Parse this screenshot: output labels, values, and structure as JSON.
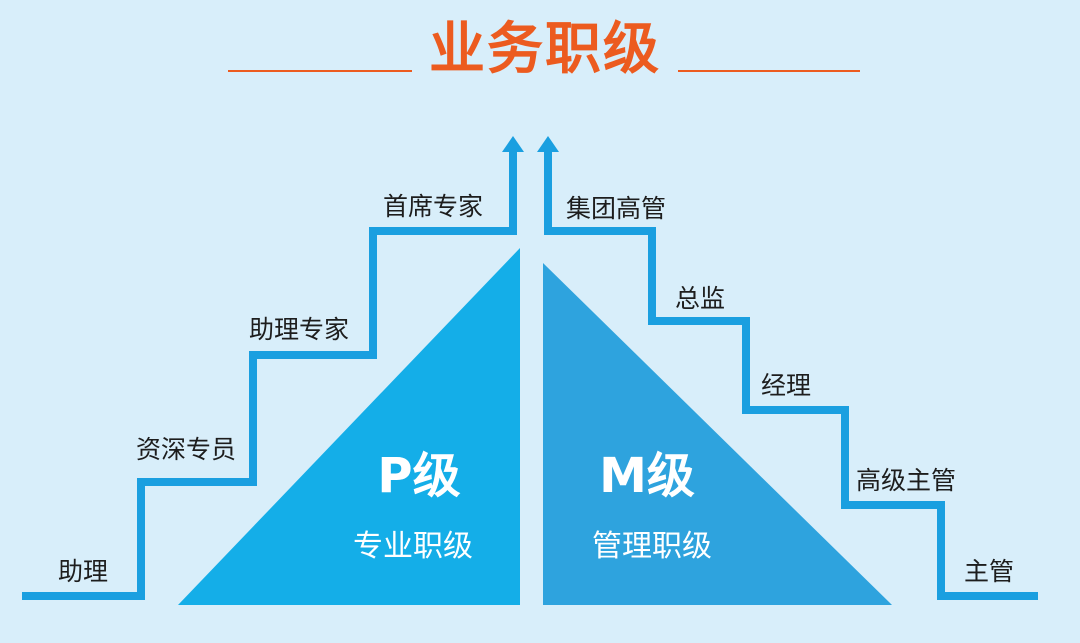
{
  "title": "业务职级",
  "p_track": {
    "code": "P级",
    "name": "专业职级",
    "levels": [
      "助理",
      "资深专员",
      "助理专家",
      "首席专家"
    ]
  },
  "m_track": {
    "code": "M级",
    "name": "管理职级",
    "levels": [
      "集团高管",
      "总监",
      "经理",
      "高级主管",
      "主管"
    ]
  },
  "colors": {
    "background": "#d8eefa",
    "title": "#ec5b1f",
    "stairs": "#1a9fe0",
    "p_triangle": "#14aee8",
    "m_triangle": "#2ea3de",
    "label_text": "#1d1d1d"
  }
}
